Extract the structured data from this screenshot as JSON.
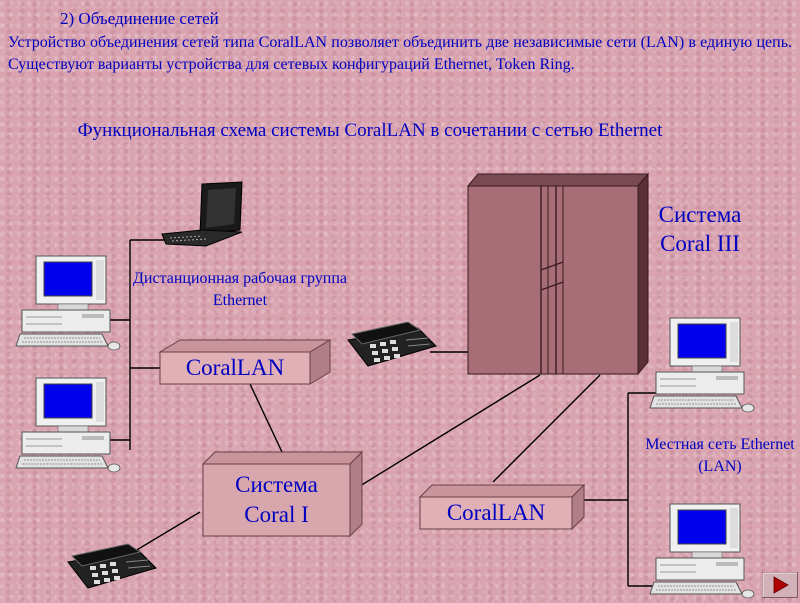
{
  "section_heading": "2) Объединение сетей",
  "paragraph": "Устройство объединения сетей типа CoralLAN позволяет объединить две независимые сети (LAN) в единую цепь. Существуют варианты устройства  для  сетевых конфигураций Ethernet, Token Ring.",
  "diagram": {
    "title": "Функциональная схема системы CoralLAN   в сочетании с сетью Ethernet",
    "system3_label": "Система Coral III",
    "remote_group_label": "Дистанционная рабочая группа Ethernet",
    "local_network_label": "Местная сеть Ethernet  (LAN)",
    "coral_lan_label_1": "CoralLAN",
    "coral_lan_label_2": "CoralLAN",
    "system1_line1": "Система",
    "system1_line2": "Coral I"
  },
  "colors": {
    "background": "#d9a3b0",
    "text_blue": "#0000c0",
    "box_fill": "#d8a6ad",
    "screen_blue": "#0000ee"
  },
  "icons": [
    "desktop-computer-icon",
    "laptop-icon",
    "telephone-icon",
    "server-cabinet-icon",
    "next-slide-arrow-icon"
  ]
}
